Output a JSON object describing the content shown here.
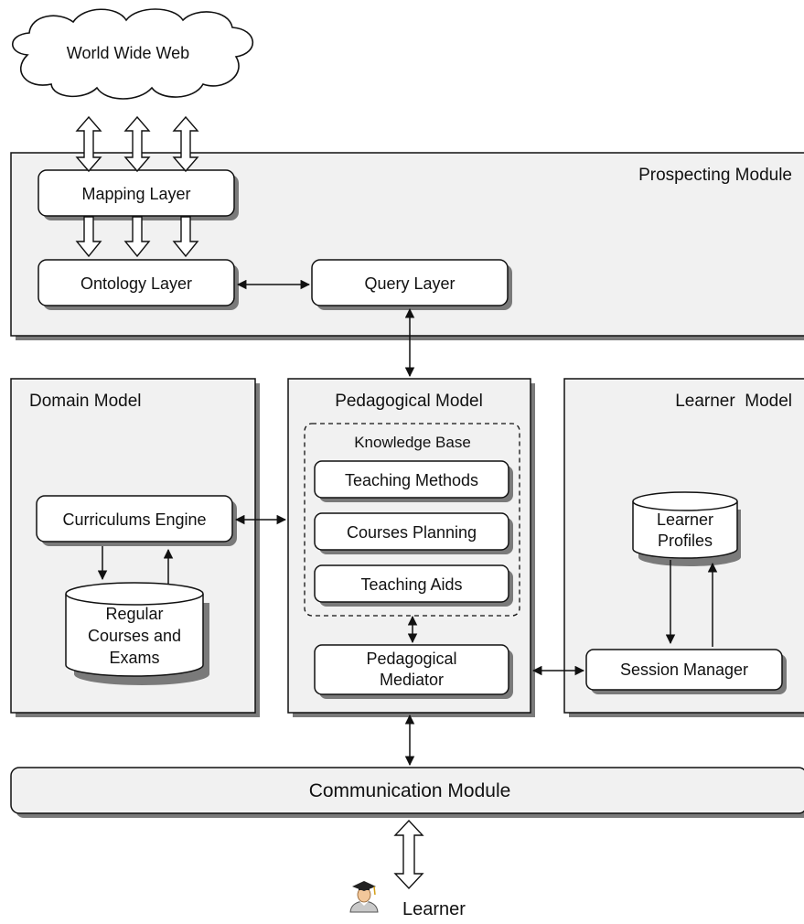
{
  "cloud": {
    "label": "World Wide Web"
  },
  "prospecting": {
    "title": "Prospecting Module",
    "mapping_layer": "Mapping Layer",
    "ontology_layer": "Ontology Layer",
    "query_layer": "Query Layer"
  },
  "domain": {
    "title": "Domain Model",
    "curriculums_engine": "Curriculums Engine",
    "db_line1": "Regular",
    "db_line2": "Courses and",
    "db_line3": "Exams"
  },
  "pedagogical": {
    "title": "Pedagogical Model",
    "knowledge_base": "Knowledge Base",
    "teaching_methods": "Teaching Methods",
    "courses_planning": "Courses Planning",
    "teaching_aids": "Teaching Aids",
    "mediator_line1": "Pedagogical",
    "mediator_line2": "Mediator"
  },
  "learner_model": {
    "title": "Learner  Model",
    "db_line1": "Learner",
    "db_line2": "Profiles",
    "session_manager": "Session Manager"
  },
  "communication": {
    "label": "Communication Module"
  },
  "learner": {
    "label": "Learner"
  },
  "colors": {
    "panel_fill": "#f1f1f1",
    "box_fill": "#ffffff",
    "stroke": "#1a1a1a",
    "shadow": "#7a7a7a"
  }
}
